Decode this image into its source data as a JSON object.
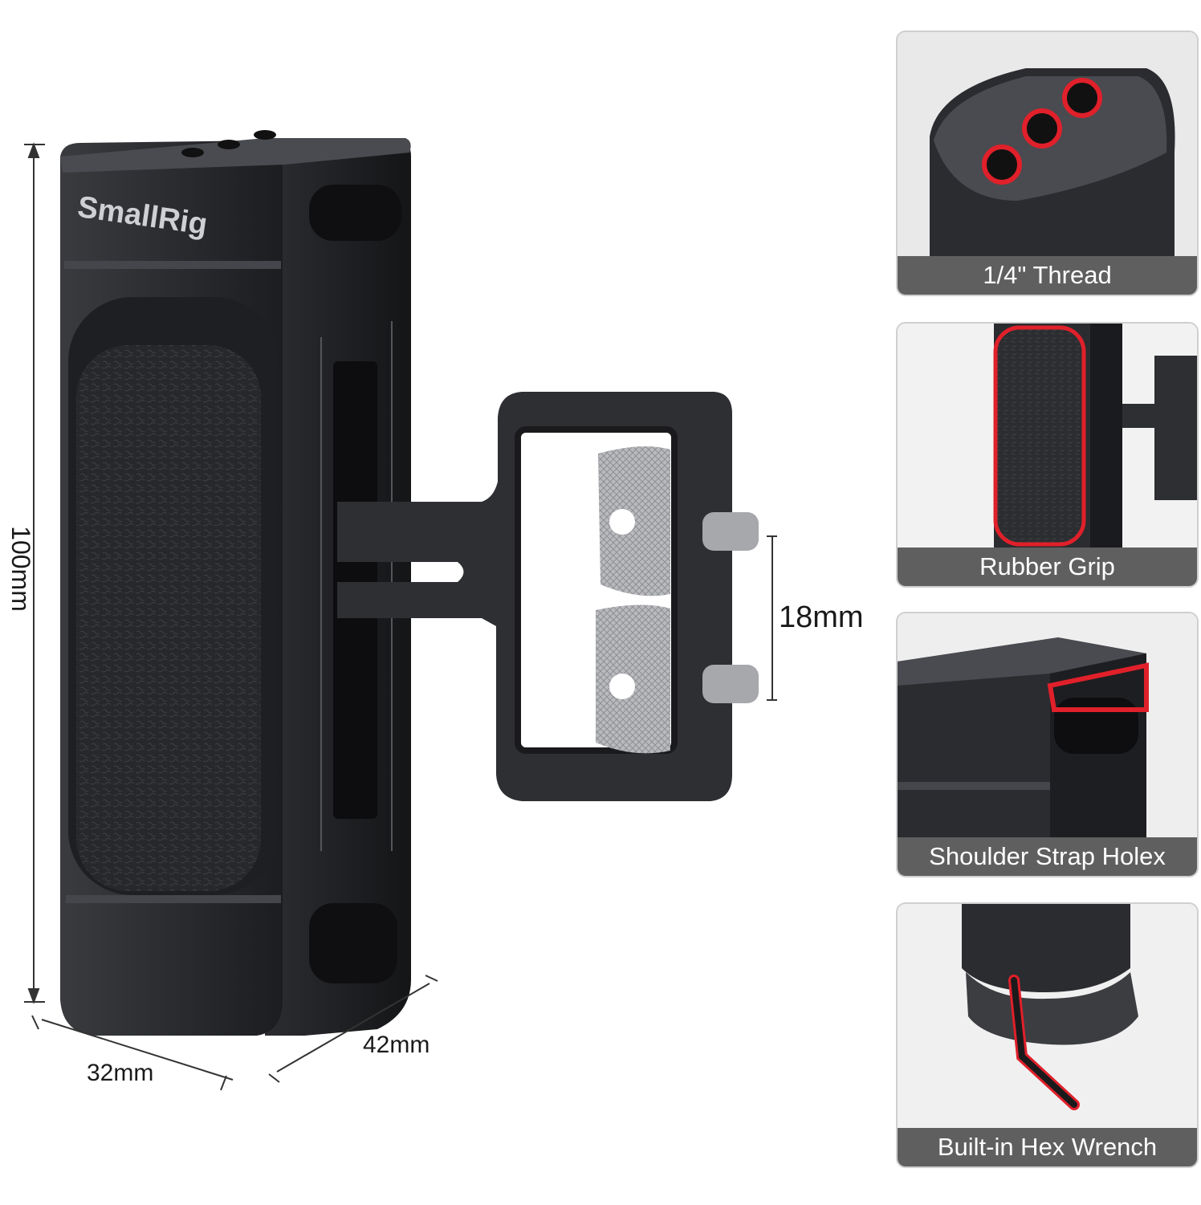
{
  "brand_logo": "SmallRig",
  "dimensions": {
    "height": "100mm",
    "depth": "18mm",
    "width": "32mm",
    "length": "42mm"
  },
  "features": [
    {
      "label": "1/4\" Thread",
      "icon": "thread-holes-icon"
    },
    {
      "label": "Rubber Grip",
      "icon": "rubber-grip-icon"
    },
    {
      "label": "Shoulder Strap Holex",
      "icon": "strap-slot-icon"
    },
    {
      "label": "Built-in Hex Wrench",
      "icon": "hex-wrench-icon"
    }
  ],
  "colors": {
    "highlight": "#e0202a",
    "label_bg": "#5f5f5f",
    "body_dark": "#2a2b2e"
  }
}
